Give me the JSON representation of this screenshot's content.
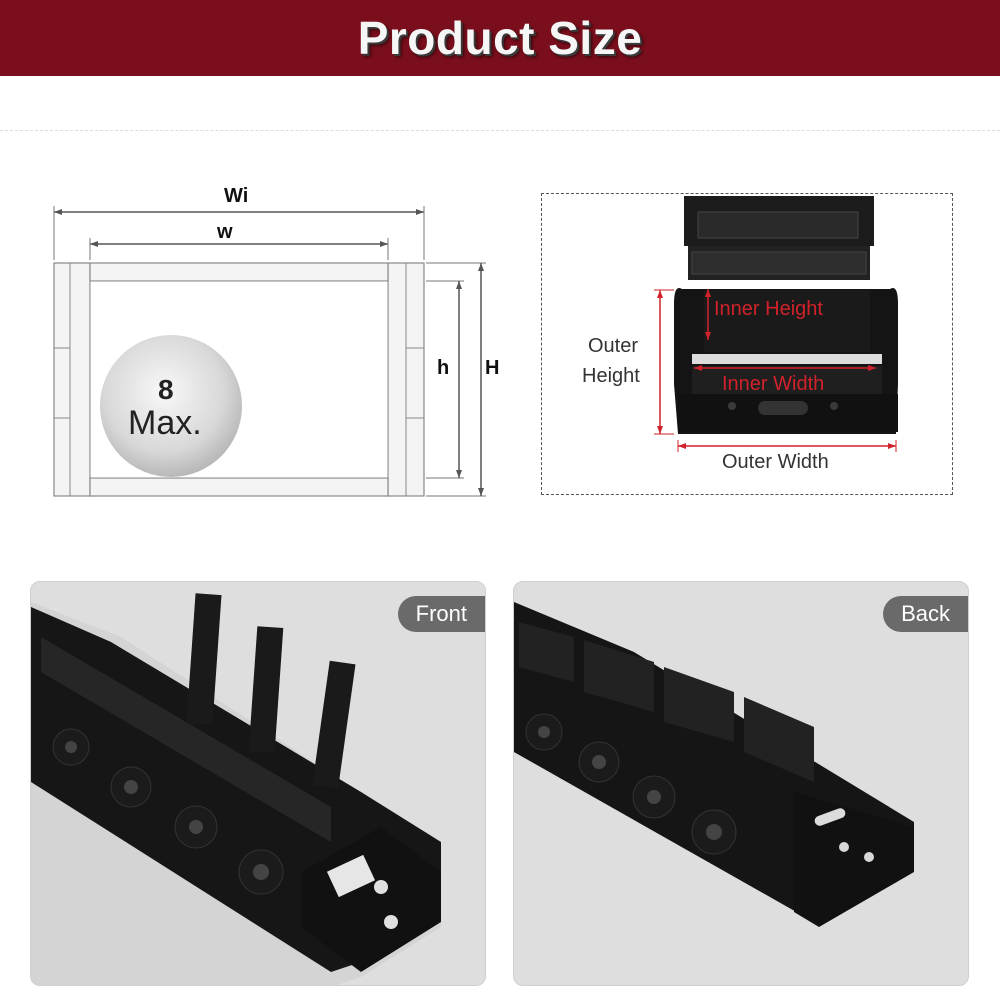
{
  "banner": {
    "title": "Product Size"
  },
  "diagram": {
    "outer_width_label": "Wi",
    "inner_width_label": "w",
    "inner_height_label": "h",
    "outer_height_label": "H",
    "ball_number": "8",
    "ball_text": "Max."
  },
  "photo_spec": {
    "inner_height": "Inner Height",
    "inner_width": "Inner Width",
    "outer_height_line1": "Outer",
    "outer_height_line2": "Height",
    "outer_width": "Outer Width",
    "accent_color": "#d0222a"
  },
  "panels": {
    "front_label": "Front",
    "back_label": "Back"
  },
  "colors": {
    "banner": "#7a0e1c",
    "panel_bg": "#dedede",
    "tag_bg": "#6a6a6a"
  }
}
